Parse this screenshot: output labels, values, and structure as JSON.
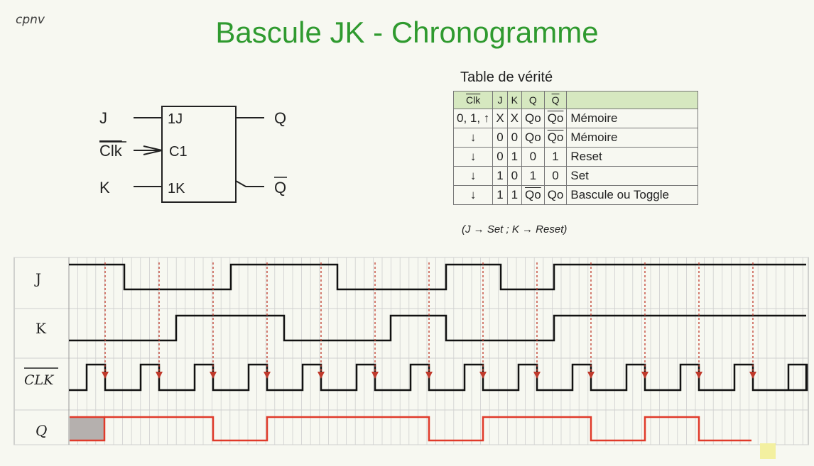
{
  "header": {
    "logo": "cpnv",
    "title": "Bascule JK - Chronogramme"
  },
  "symbol": {
    "inputs": {
      "j": "J",
      "clk": "Clk",
      "k": "K"
    },
    "pins": {
      "j": "1J",
      "clk": "C1",
      "k": "1K"
    },
    "outputs": {
      "q": "Q",
      "qbar": "Q"
    }
  },
  "truth_table": {
    "title": "Table de vérité",
    "headers": {
      "clk": "Clk",
      "j": "J",
      "k": "K",
      "q": "Q",
      "qbar": "Q",
      "desc": ""
    },
    "rows": [
      {
        "clk": "0, 1, ↑",
        "j": "X",
        "k": "X",
        "q": "Qo",
        "qbar": "Qo",
        "desc": "Mémoire"
      },
      {
        "clk": "↓",
        "j": "0",
        "k": "0",
        "q": "Qo",
        "qbar": "Qo",
        "desc": "Mémoire"
      },
      {
        "clk": "↓",
        "j": "0",
        "k": "1",
        "q": "0",
        "qbar": "1",
        "desc": "Reset"
      },
      {
        "clk": "↓",
        "j": "1",
        "k": "0",
        "q": "1",
        "qbar": "0",
        "desc": "Set"
      },
      {
        "clk": "↓",
        "j": "1",
        "k": "1",
        "q": "Qo",
        "qbar": "Qo",
        "desc": "Bascule ou Toggle"
      }
    ],
    "note": "(J → Set ; K → Reset)"
  },
  "timing": {
    "labels": {
      "j": "J",
      "k": "K",
      "clk": "CLK",
      "q": "Q"
    },
    "colors": {
      "signal": "#111111",
      "q": "#e03a2a",
      "arrow": "#c0392b",
      "grid": "#cfcfcf"
    }
  }
}
